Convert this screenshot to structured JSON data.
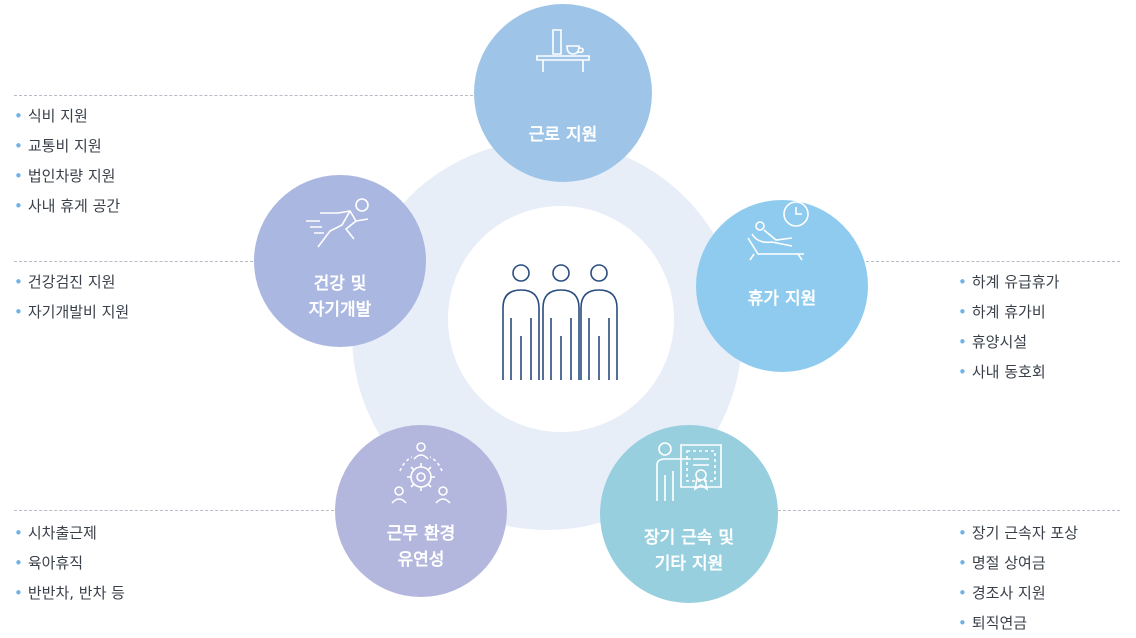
{
  "nodes": {
    "work": {
      "label": "근로 지원"
    },
    "vacation": {
      "label": "휴가 지원"
    },
    "health": {
      "line1": "건강 및",
      "line2": "자기개발"
    },
    "flex": {
      "line1": "근무 환경",
      "line2": "유연성"
    },
    "tenure": {
      "line1": "장기 근속 및",
      "line2": "기타 지원"
    }
  },
  "lists": {
    "work": [
      "식비 지원",
      "교통비 지원",
      "법인차량 지원",
      "사내 휴게 공간"
    ],
    "health": [
      "건강검진 지원",
      "자기개발비 지원"
    ],
    "vacation": [
      "하계 유급휴가",
      "하계 휴가비",
      "휴양시설",
      "사내 동호회"
    ],
    "flex": [
      "시차출근제",
      "육아휴직",
      "반반차, 반차 등"
    ],
    "tenure": [
      "장기 근속자 포상",
      "명절 상여금",
      "경조사 지원",
      "퇴직연금"
    ]
  },
  "colors": {
    "work": "#9ec4e8",
    "vacation": "#8ecbee",
    "health": "#aab7e1",
    "flex": "#b4b7dd",
    "tenure": "#97cfdf",
    "ring": "#e7eef8",
    "bullet": "#6fb2e6",
    "center_icon": "#2a4d7f"
  },
  "icons": {
    "center": "people-group-icon",
    "work": "cup-on-desk-icon",
    "vacation": "relax-clock-icon",
    "health": "runner-icon",
    "flex": "people-gear-icon",
    "tenure": "presenter-certificate-icon"
  }
}
